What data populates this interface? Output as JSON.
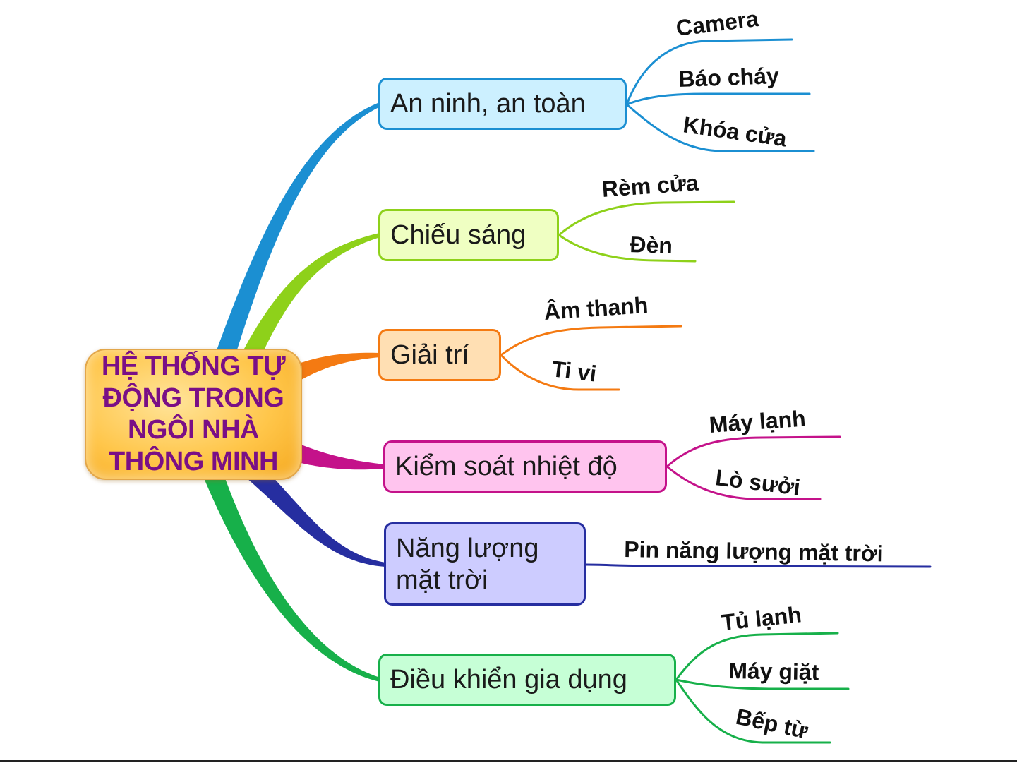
{
  "central_topic": "HỆ THỐNG TỰ\nĐỘNG TRONG\nNGÔI NHÀ\nTHÔNG MINH",
  "branches": [
    {
      "id": "an-ninh",
      "label": "An ninh, an toàn",
      "color": "#1b8fd2",
      "fill": "#ccf0ff",
      "leaves": [
        "Camera",
        "Báo cháy",
        "Khóa cửa"
      ]
    },
    {
      "id": "chieu-sang",
      "label": "Chiếu sáng",
      "color": "#8ed11a",
      "fill": "#efffc2",
      "leaves": [
        "Rèm cửa",
        "Đèn"
      ]
    },
    {
      "id": "giai-tri",
      "label": "Giải trí",
      "color": "#f47a12",
      "fill": "#ffdfb3",
      "leaves": [
        "Âm thanh",
        "Ti vi"
      ]
    },
    {
      "id": "nhiet-do",
      "label": "Kiểm soát nhiệt độ",
      "color": "#c4128a",
      "fill": "#ffc4ee",
      "leaves": [
        "Máy lạnh",
        "Lò sưởi"
      ]
    },
    {
      "id": "nang-luong",
      "label": "Năng lượng\nmặt trời",
      "color": "#262ea0",
      "fill": "#cdccff",
      "leaves": [
        "Pin năng lượng mặt trời"
      ]
    },
    {
      "id": "gia-dung",
      "label": "Điều khiển gia dụng",
      "color": "#17b04a",
      "fill": "#c6ffd6",
      "leaves": [
        "Tủ lạnh",
        "Máy giặt",
        "Bếp từ"
      ]
    }
  ]
}
